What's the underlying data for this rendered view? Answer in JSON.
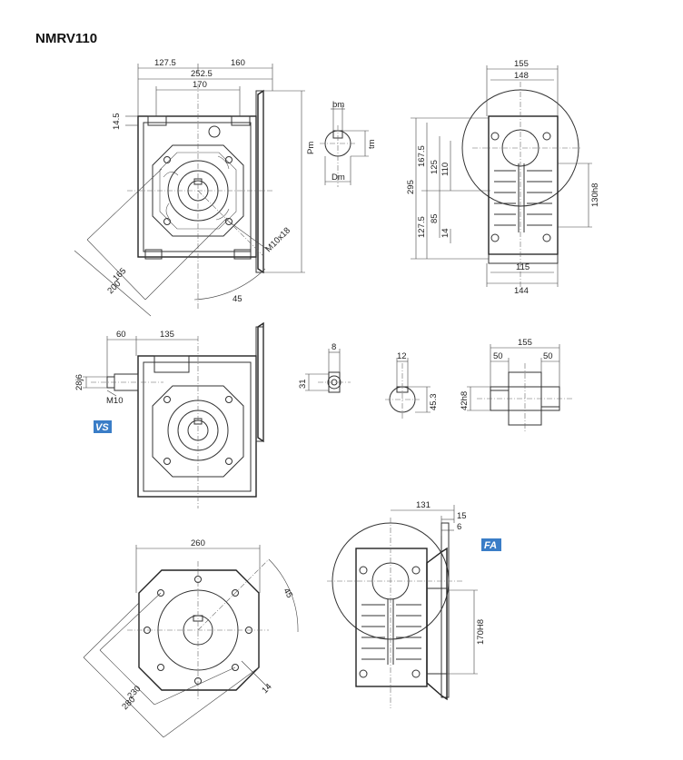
{
  "title": "NMRV110",
  "badges": {
    "vs": "VS",
    "fa": "FA"
  },
  "colors": {
    "badge": "#3a7dc7",
    "line": "#333333"
  },
  "front_view": {
    "dims": {
      "d1": "127.5",
      "d2": "160",
      "d3": "252.5",
      "d4": "170",
      "d5": "14.5",
      "d6": "165",
      "d7": "200",
      "d8": "45",
      "d9": "M10x18",
      "pm": "Pm"
    }
  },
  "shaft_detail": {
    "bm": "bm",
    "tm": "tm",
    "dm": "Dm"
  },
  "side_view": {
    "dims": {
      "d1": "155",
      "d2": "148",
      "d3": "295",
      "d4": "167.5",
      "d5": "125",
      "d6": "110",
      "d7": "130h8",
      "d8": "127.5",
      "d9": "85",
      "d10": "14",
      "d11": "115",
      "d12": "144"
    }
  },
  "vs_view": {
    "dims": {
      "d1": "60",
      "d2": "135",
      "d3": "28j6",
      "d4": "M10"
    }
  },
  "vs_key": {
    "d1": "8",
    "d2": "31"
  },
  "hollow_shaft": {
    "d1": "12",
    "d2": "45.3"
  },
  "output_shaft": {
    "d1": "155",
    "d2": "50",
    "d3": "50",
    "d4": "42h8"
  },
  "flange_view": {
    "d1": "260",
    "d2": "45",
    "d3": "230",
    "d4": "280",
    "d5": "14"
  },
  "fa_view": {
    "d1": "131",
    "d2": "15",
    "d3": "6",
    "d4": "170H8"
  }
}
